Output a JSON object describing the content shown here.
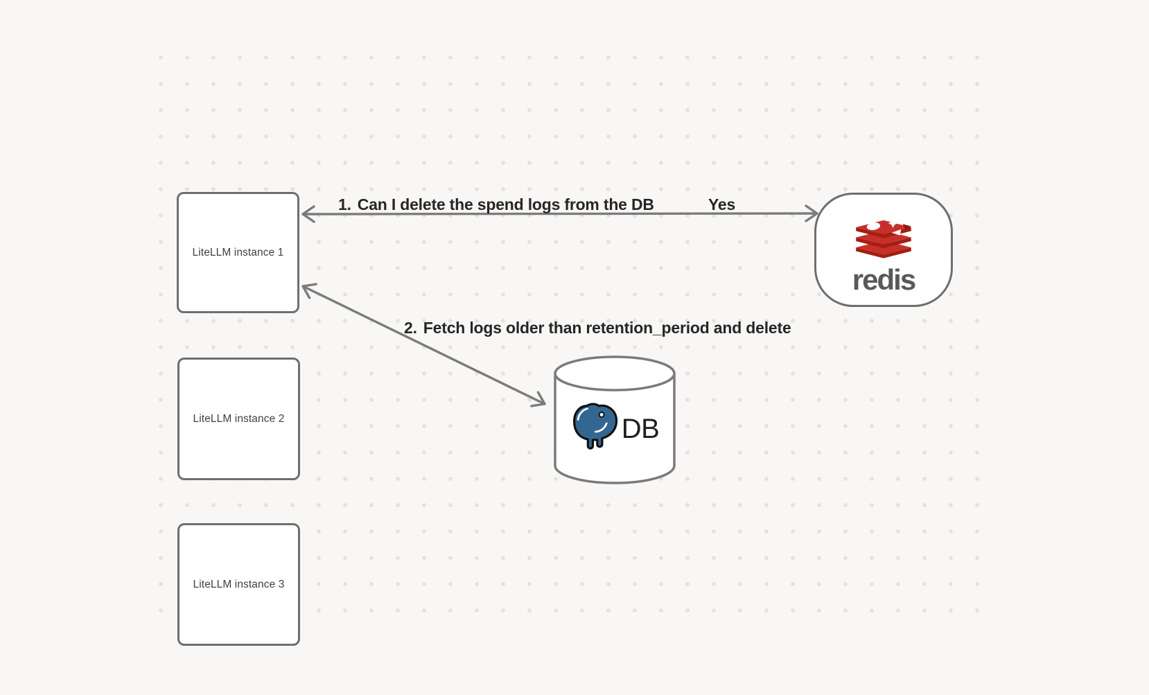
{
  "diagram": {
    "background_color": "#f8f7f5",
    "dot_color": "#e4e2e0",
    "edge_color": "#7b7b7b",
    "node_border_color": "#6e6e6e"
  },
  "nodes": {
    "instances": [
      {
        "label": "LiteLLM instance 1"
      },
      {
        "label": "LiteLLM instance 2"
      },
      {
        "label": "LiteLLM instance 3"
      }
    ],
    "redis": {
      "wordmark": "redis",
      "brand_red": "#c6302b",
      "brand_red_dark": "#a41e11",
      "wordmark_color": "#58595b"
    },
    "database": {
      "label": "DB",
      "postgres_blue": "#336791"
    }
  },
  "edges": [
    {
      "number": "1.",
      "text": "Can I delete the spend logs from the DB",
      "response": "Yes",
      "arrows": "bidirectional",
      "from": "LiteLLM instance 1",
      "to": "redis"
    },
    {
      "number": "2.",
      "text": "Fetch logs older than retention_period and delete",
      "arrows": "bidirectional",
      "from": "LiteLLM instance 1",
      "to": "DB"
    }
  ]
}
